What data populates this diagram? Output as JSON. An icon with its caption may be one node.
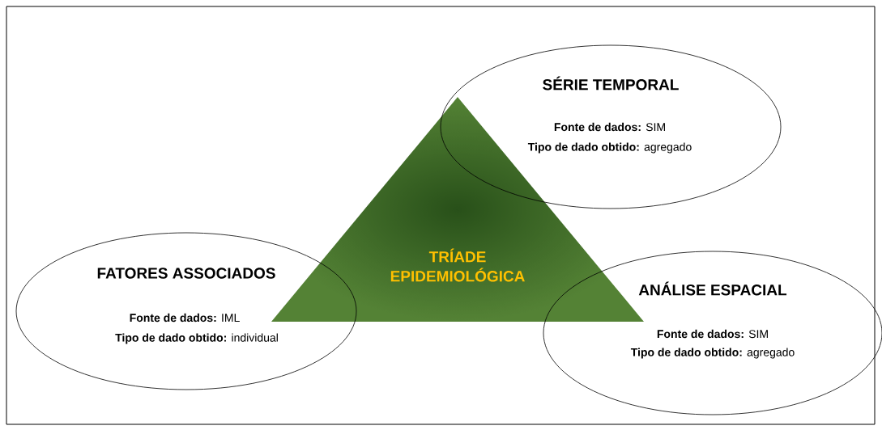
{
  "diagram": {
    "nodes": [
      {
        "text": [
          "SÉRIE TEMPORAL",
          "**Fonte de dados:** SIM",
          "**Tipo de dado obtido:** agregado"
        ]
      },
      {
        "text": [
          "TRÍADE EPIDEMIOLÓGICA"
        ]
      },
      {
        "text": [
          "FATORES ASSOCIADOS",
          "**Fonte de dados:** IML",
          "**Tipo de dado obtido:** individual"
        ]
      },
      {
        "text": [
          "ANÁLISE ESPACIAL",
          "**Fonte de dados:** SIM",
          "**Tipo de dado obtido:** agregado"
        ]
      }
    ],
    "edges": []
  }
}
